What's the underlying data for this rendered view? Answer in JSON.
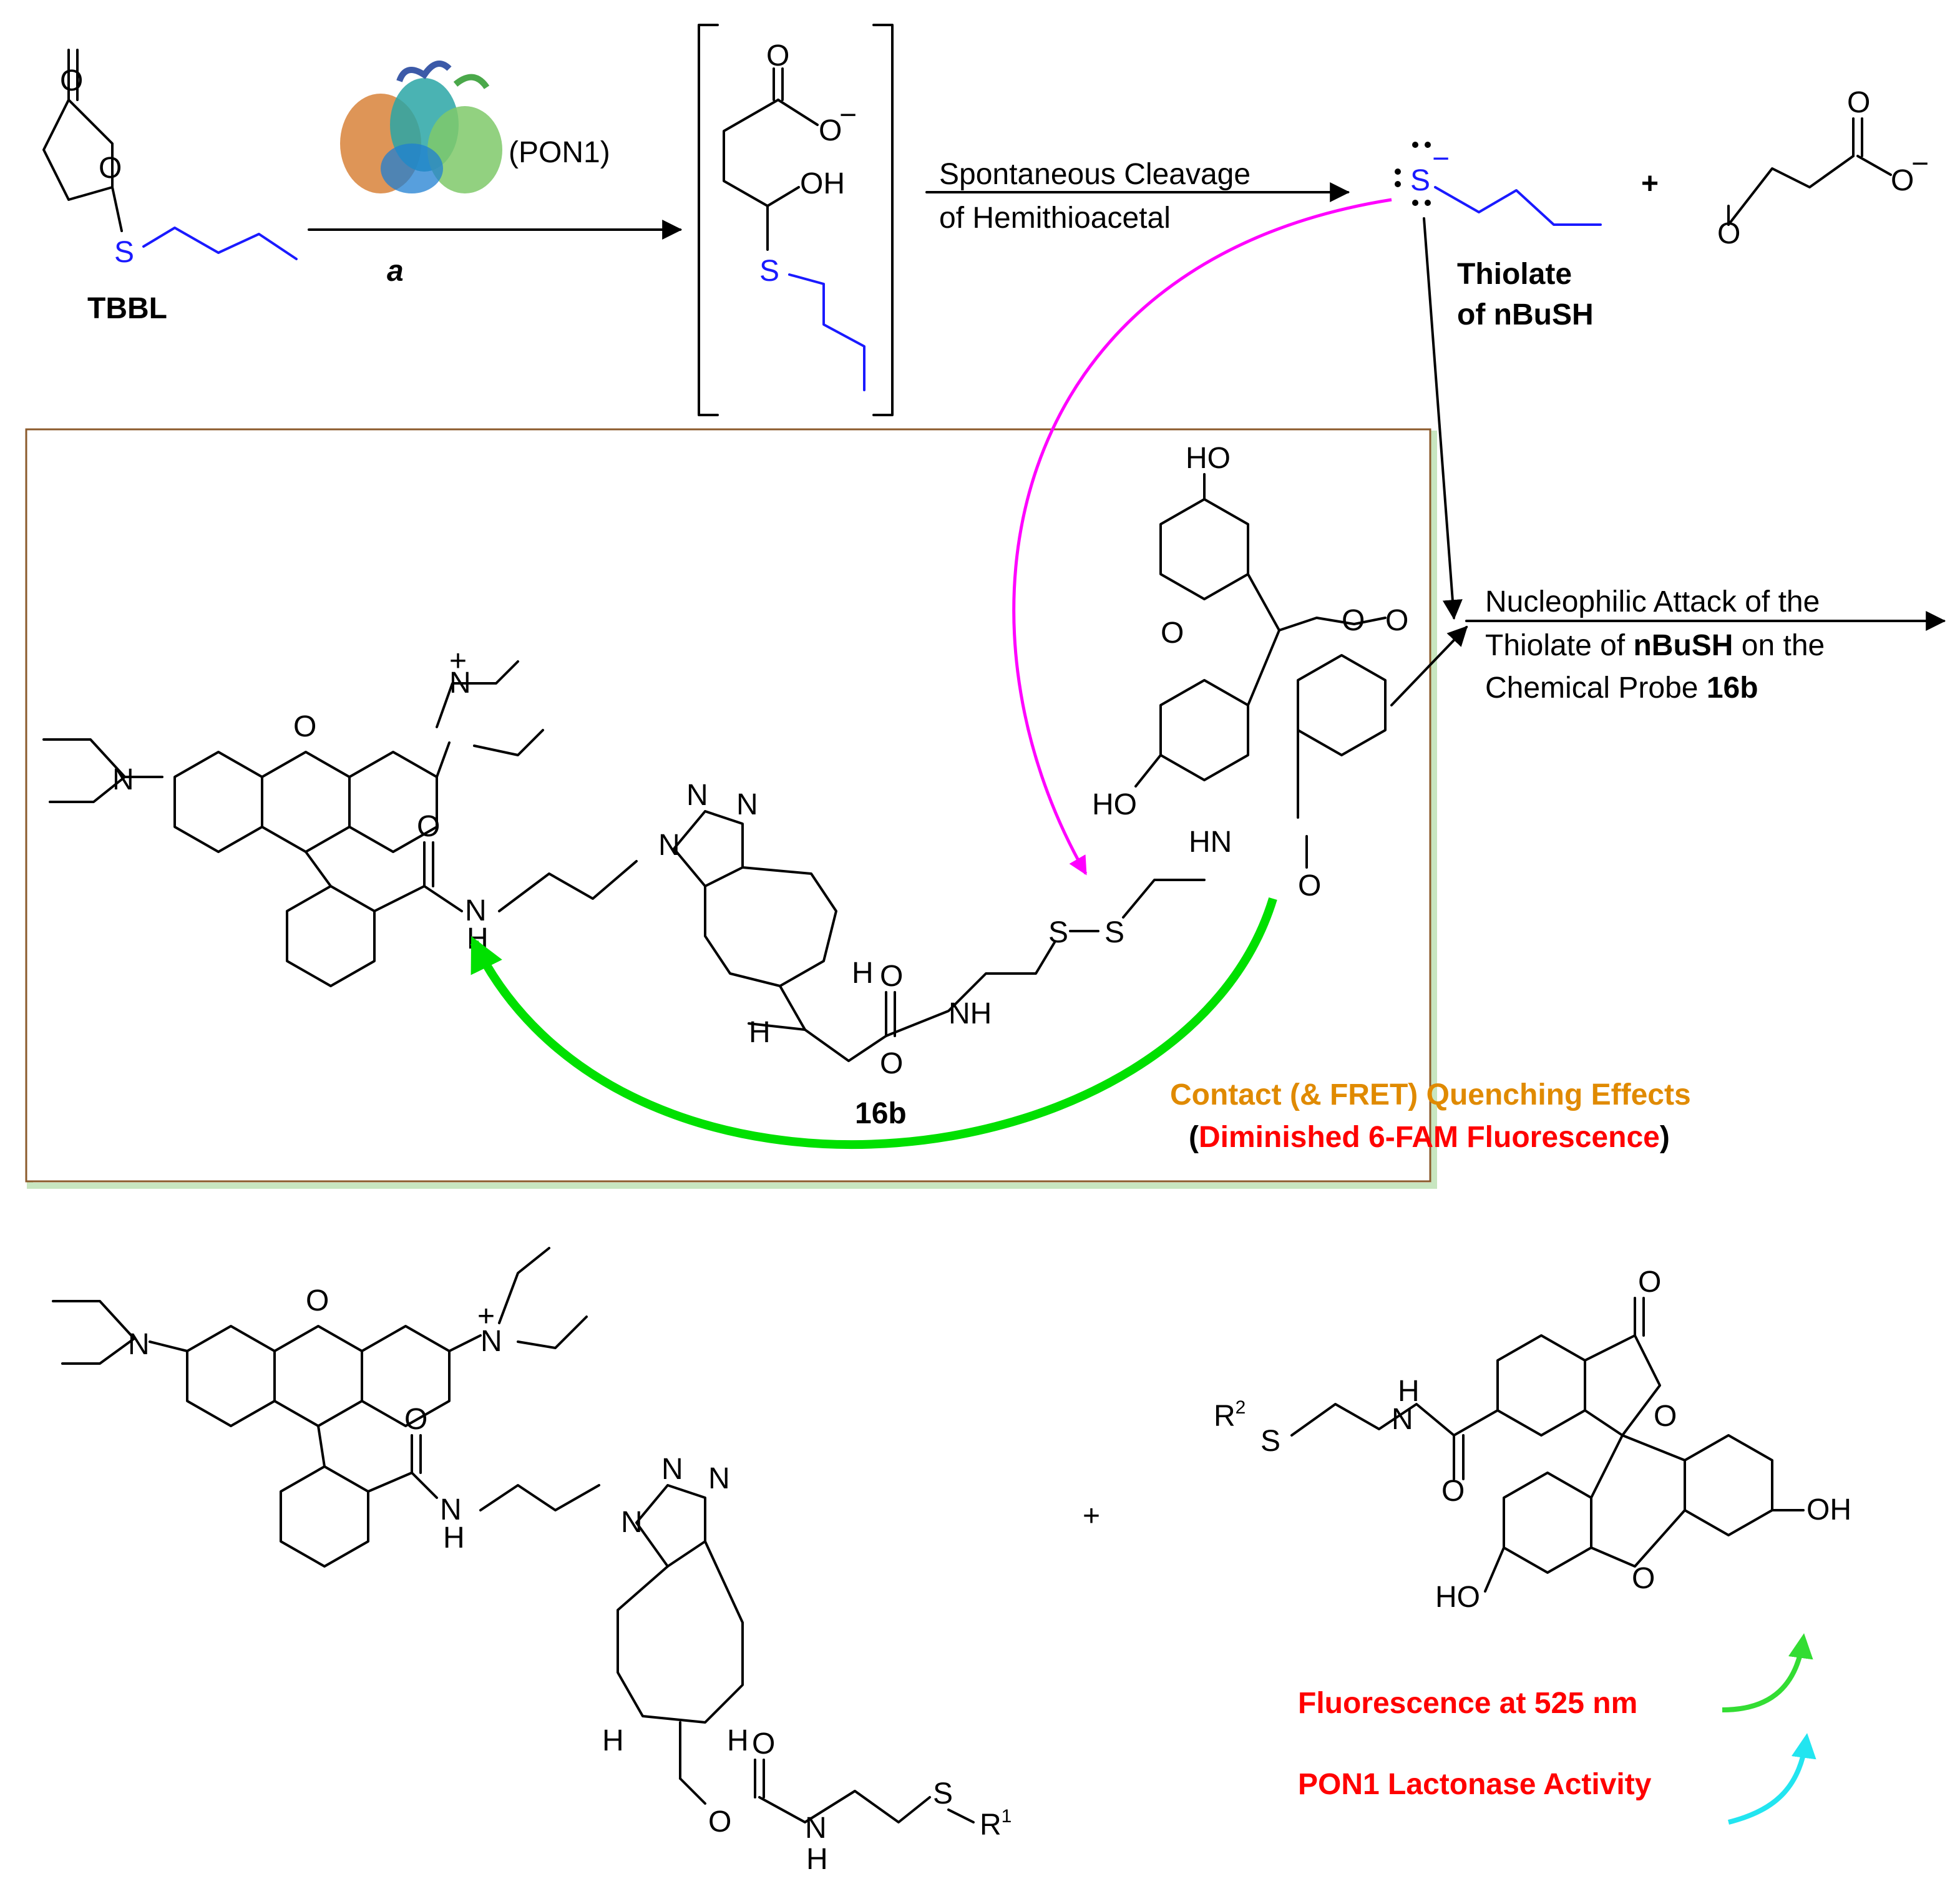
{
  "labels": {
    "tbbl": "TBBL",
    "enzyme": "(PON1)",
    "step_a": "a",
    "cleavage_line1": "Spontaneous Cleavage",
    "cleavage_line2": "of Hemithioacetal",
    "thiolate_line1": "Thiolate",
    "thiolate_line2": "of nBuSH",
    "nuc_line1": "Nucleophilic Attack of the",
    "nuc_line2_pre": "Thiolate of ",
    "nuc_line2_bold": "nBuSH",
    "nuc_line2_post": " on the",
    "nuc_line3_pre": "Chemical Probe ",
    "nuc_line3_bold": "16b",
    "probe_id": "16b",
    "quench_line1": "Contact (& FRET) Quenching Effects",
    "quench_line2_open": "(",
    "quench_line2_red": "Diminished 6-FAM Fluorescence",
    "quench_line2_close": ")",
    "fluorescence": "Fluorescence at 525 nm",
    "lactonase": "PON1 Lactonase Activity",
    "plus": "+"
  },
  "atoms": {
    "o": "O",
    "oh": "OH",
    "ho": "HO",
    "s": "S",
    "sminus": "S",
    "n": "N",
    "nh": "NH",
    "hn": "HN",
    "h": "H",
    "oneg": "O",
    "r1": "R",
    "r2": "R",
    "sup1": "1",
    "sup2": "2",
    "minus": "−",
    "plus_charge": "+"
  },
  "colors": {
    "thiol_chain": "#1a1aff",
    "attack_arrow": "#ff00ff",
    "quench_arrow": "#00e000",
    "fluorescence_arrow": "#33dd33",
    "lactonase_arrow": "#22e5f0",
    "quench_text": "#e08a00",
    "red_text": "#ff0000",
    "box_border": "#8b5a2b",
    "box_shadow": "#c8e6c0"
  }
}
